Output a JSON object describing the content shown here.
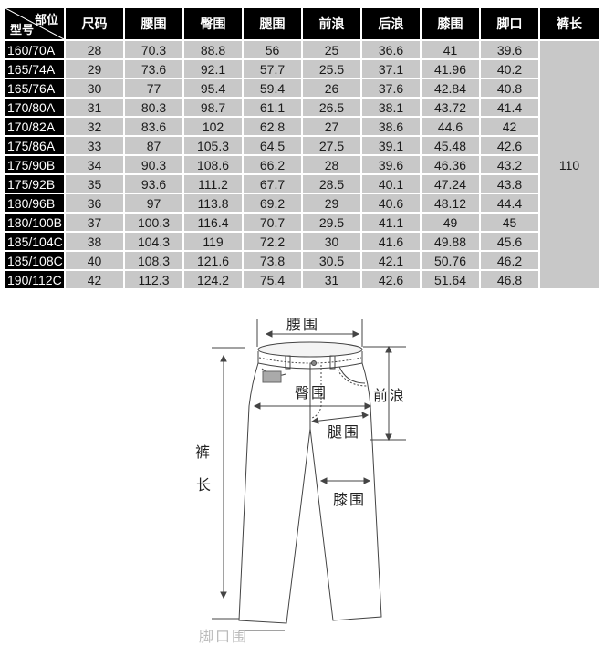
{
  "table": {
    "corner": {
      "top": "部位",
      "bottom": "型号"
    },
    "columns": [
      "尺码",
      "腰围",
      "臀围",
      "腿围",
      "前浪",
      "后浪",
      "膝围",
      "脚口",
      "裤长"
    ],
    "rows": [
      {
        "model": "160/70A",
        "cells": [
          "28",
          "70.3",
          "88.8",
          "56",
          "25",
          "36.6",
          "41",
          "39.6"
        ]
      },
      {
        "model": "165/74A",
        "cells": [
          "29",
          "73.6",
          "92.1",
          "57.7",
          "25.5",
          "37.1",
          "41.96",
          "40.2"
        ]
      },
      {
        "model": "165/76A",
        "cells": [
          "30",
          "77",
          "95.4",
          "59.4",
          "26",
          "37.6",
          "42.84",
          "40.8"
        ]
      },
      {
        "model": "170/80A",
        "cells": [
          "31",
          "80.3",
          "98.7",
          "61.1",
          "26.5",
          "38.1",
          "43.72",
          "41.4"
        ]
      },
      {
        "model": "170/82A",
        "cells": [
          "32",
          "83.6",
          "102",
          "62.8",
          "27",
          "38.6",
          "44.6",
          "42"
        ]
      },
      {
        "model": "175/86A",
        "cells": [
          "33",
          "87",
          "105.3",
          "64.5",
          "27.5",
          "39.1",
          "45.48",
          "42.6"
        ]
      },
      {
        "model": "175/90B",
        "cells": [
          "34",
          "90.3",
          "108.6",
          "66.2",
          "28",
          "39.6",
          "46.36",
          "43.2"
        ]
      },
      {
        "model": "175/92B",
        "cells": [
          "35",
          "93.6",
          "111.2",
          "67.7",
          "28.5",
          "40.1",
          "47.24",
          "43.8"
        ]
      },
      {
        "model": "180/96B",
        "cells": [
          "36",
          "97",
          "113.8",
          "69.2",
          "29",
          "40.6",
          "48.12",
          "44.4"
        ]
      },
      {
        "model": "180/100B",
        "cells": [
          "37",
          "100.3",
          "116.4",
          "70.7",
          "29.5",
          "41.1",
          "49",
          "45"
        ]
      },
      {
        "model": "185/104C",
        "cells": [
          "38",
          "104.3",
          "119",
          "72.2",
          "30",
          "41.6",
          "49.88",
          "45.6"
        ]
      },
      {
        "model": "185/108C",
        "cells": [
          "40",
          "108.3",
          "121.6",
          "73.8",
          "30.5",
          "42.1",
          "50.76",
          "46.2"
        ]
      },
      {
        "model": "190/112C",
        "cells": [
          "42",
          "112.3",
          "124.2",
          "75.4",
          "31",
          "42.6",
          "51.64",
          "46.8"
        ]
      }
    ],
    "pants_length": "110"
  },
  "diagram": {
    "labels": {
      "waist": "腰围",
      "hip": "臀围",
      "front_rise": "前浪",
      "thigh": "腿围",
      "length_top": "裤",
      "length_bottom": "长",
      "knee": "膝围",
      "hem": "脚口围"
    }
  }
}
